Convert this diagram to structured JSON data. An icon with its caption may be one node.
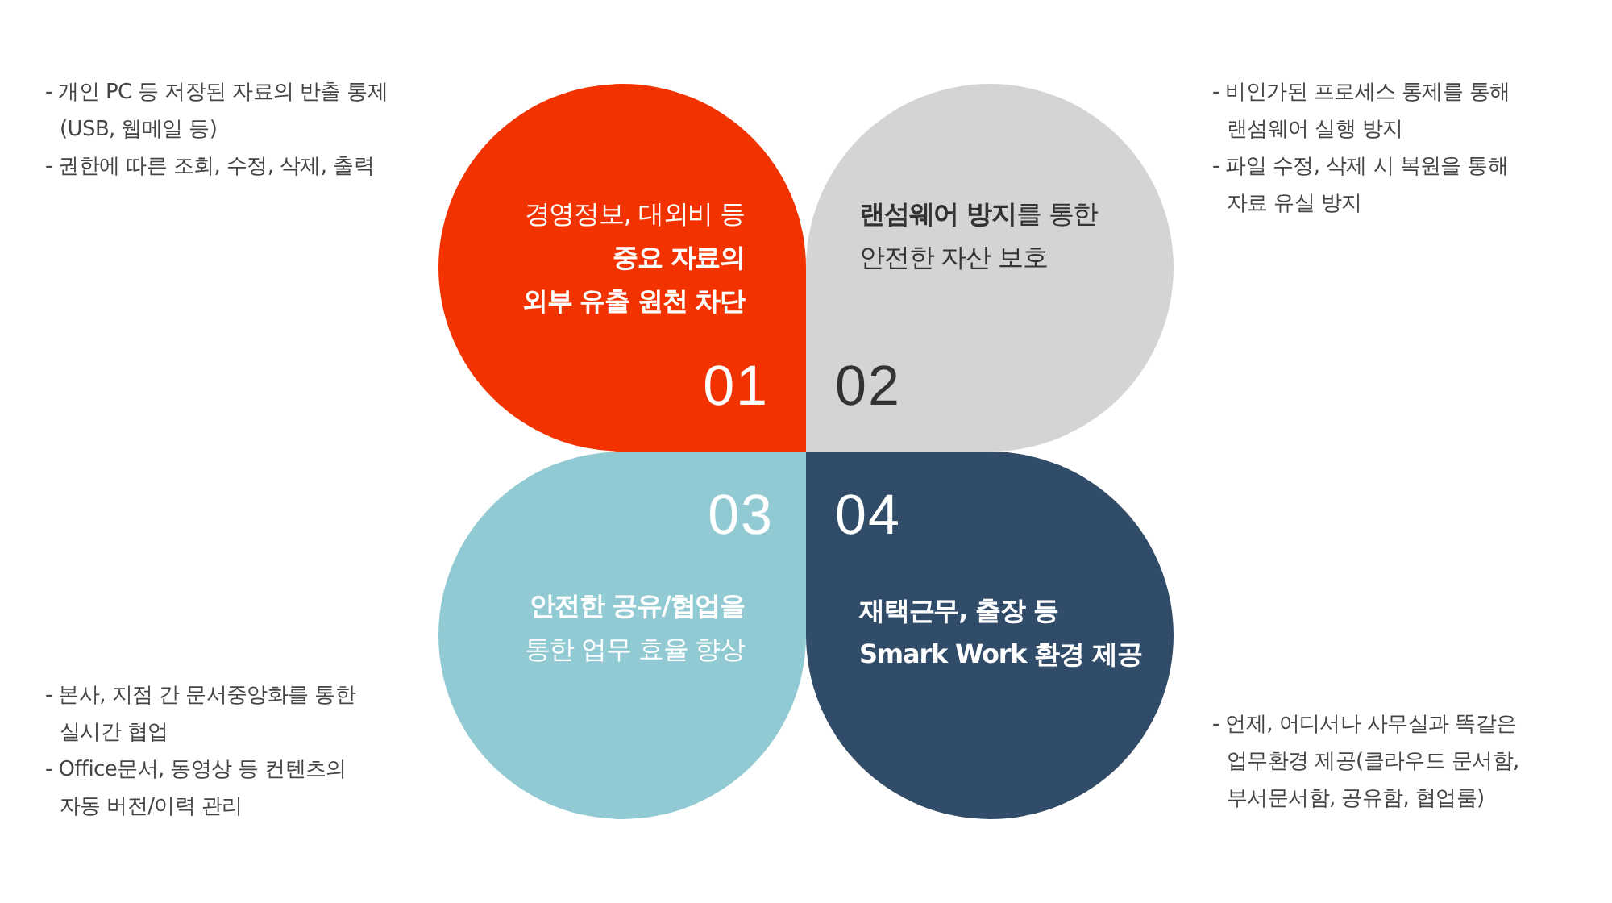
{
  "diagram": {
    "nodes": [
      {
        "text": [
          "경영정보, 대외비 등 **중요 자료의** **외부 유출 원천 차단**",
          "01"
        ],
        "beside": [
          "- 개인 PC 등 저장된 자료의 반출 통제 (USB, 웹메일 등)",
          "- 권한에 따른 조회, 수정, 삭제, 출력"
        ]
      },
      {
        "text": [
          "**랜섬웨어 방지**를 통한 안전한 자산 보호",
          "02"
        ],
        "beside": [
          "- 비인가된 프로세스 통제를 통해 랜섬웨어 실행 방지",
          "- 파일 수정, 삭제 시 복원을 통해 자료 유실 방지"
        ]
      },
      {
        "text": [
          "03",
          "**안전한 공유/협업을** 통한 업무 효율 향상"
        ],
        "beside": [
          "- 본사, 지점 간 문서중앙화를 통한 실시간 협업",
          "- Office문서, 동영상 등 컨텐츠의 자동 버전/이력 관리"
        ]
      },
      {
        "text": [
          "04",
          "재택근무, 출장 등 Smark Work 환경 제공"
        ],
        "beside": [
          "- 언제, 어디서나 사무실과 똑같은 업무환경 제공(클라우드 문서함, 부서문서함, 공유함, 협업룸)"
        ]
      }
    ]
  }
}
